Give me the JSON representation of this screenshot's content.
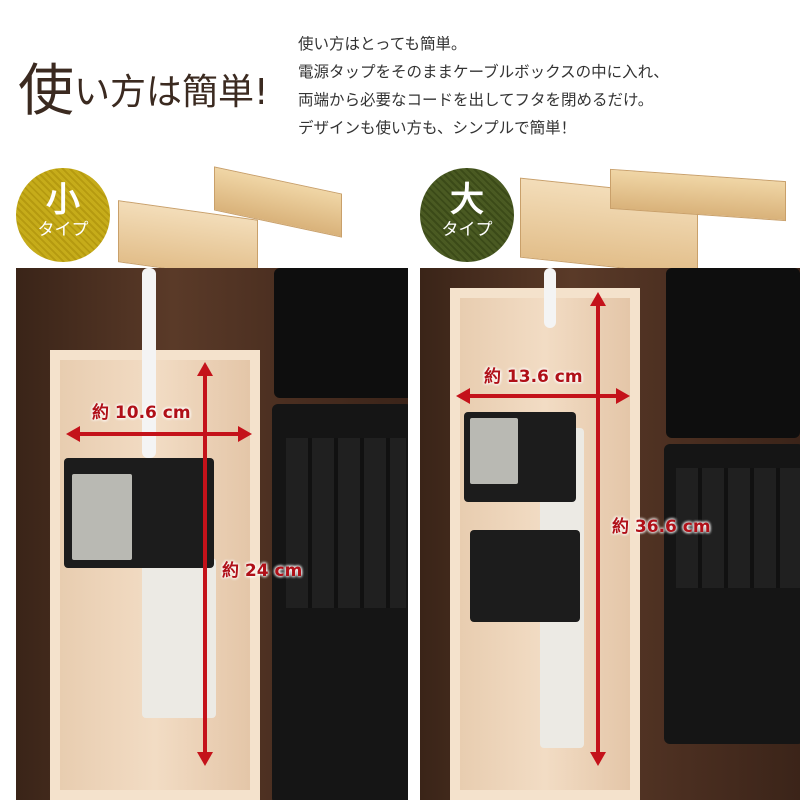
{
  "headline": {
    "first_char": "使",
    "rest": "い方は簡単!"
  },
  "description": [
    "使い方はとっても簡単。",
    "電源タップをそのままケーブルボックスの中に入れ、",
    "両端から必要なコードを出してフタを閉めるだけ。",
    "デザインも使い方も、シンプルで簡単！"
  ],
  "small_type": {
    "size_char": "小",
    "type_label": "タイプ",
    "width_label": "約 10.6 cm",
    "length_label": "約 24 cm",
    "badge_color": "#c6ac1a"
  },
  "large_type": {
    "size_char": "大",
    "type_label": "タイプ",
    "width_label": "約 13.6 cm",
    "length_label": "約 36.6 cm",
    "badge_color": "#4a5a22"
  },
  "arrow_color": "#c4121a"
}
